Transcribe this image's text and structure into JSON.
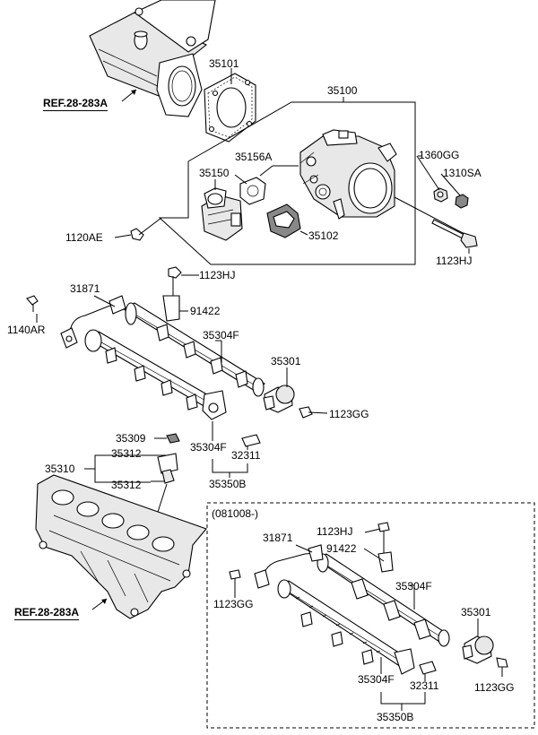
{
  "references": {
    "top": "REF.28-283A",
    "bottom": "REF.28-283A"
  },
  "variant_label": "(081008-)",
  "parts": {
    "p35101": "35101",
    "p35100": "35100",
    "p35156A": "35156A",
    "p35150": "35150",
    "p1360GG": "1360GG",
    "p1310SA": "1310SA",
    "p1120AE": "1120AE",
    "p35102": "35102",
    "p1123HJ_a": "1123HJ",
    "p1123HJ_b": "1123HJ",
    "p31871": "31871",
    "p1140AR": "1140AR",
    "p91422": "91422",
    "p35304F_a": "35304F",
    "p35301": "35301",
    "p1123GG": "1123GG",
    "p35309": "35309",
    "p35312_a": "35312",
    "p35310": "35310",
    "p35312_b": "35312",
    "p35304F_b": "35304F",
    "p32311": "32311",
    "p35350B": "35350B",
    "v1123HJ": "1123HJ",
    "v31871": "31871",
    "v91422": "91422",
    "v35304F_a": "35304F",
    "v1123GG_a": "1123GG",
    "v35301": "35301",
    "v35304F_b": "35304F",
    "v32311": "32311",
    "v1123GG_b": "1123GG",
    "v35350B": "35350B"
  }
}
